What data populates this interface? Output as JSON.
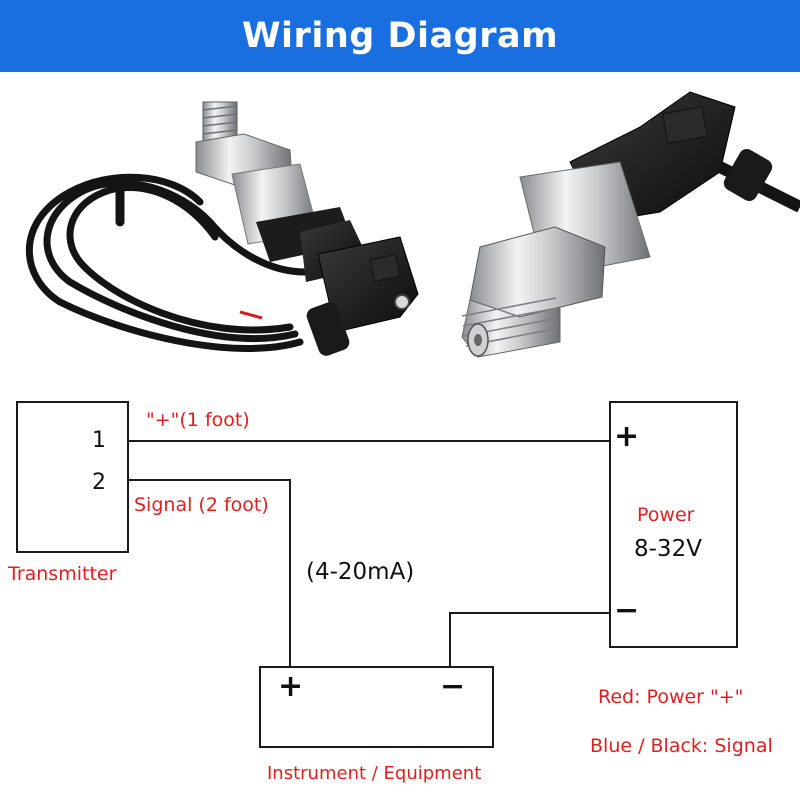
{
  "header": {
    "title": "Wiring Diagram"
  },
  "colors": {
    "banner": "#1a6fe0",
    "label_red": "#e02020",
    "wire": "#1a1a1a"
  },
  "product_photo": {
    "subject": "pressure transmitter with DIN connector and cable"
  },
  "diagram": {
    "transmitter": {
      "label": "Transmitter",
      "pin1": "1",
      "pin2": "2"
    },
    "wire_plus_label": "\"+\"(1 foot)",
    "wire_signal_label": "Signal (2 foot)",
    "current_label": "(4-20mA)",
    "power": {
      "title": "Power",
      "range": "8-32V",
      "plus": "+",
      "minus": "−"
    },
    "instrument": {
      "label": "Instrument / Equipment",
      "plus": "+",
      "minus": "−"
    }
  },
  "legend": {
    "red": "Red: Power \"+\"",
    "blue_black": "Blue / Black: Signal"
  }
}
